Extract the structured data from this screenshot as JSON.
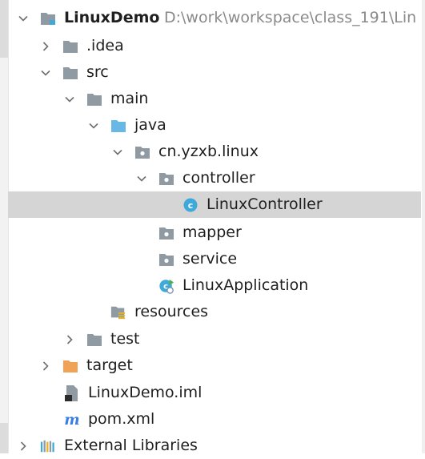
{
  "project": {
    "name": "LinuxDemo",
    "path": "D:\\work\\workspace\\class_191\\Lin"
  },
  "tree": {
    "idea": ".idea",
    "src": "src",
    "main": "main",
    "java": "java",
    "package": "cn.yzxb.linux",
    "controller": "controller",
    "linux_controller": "LinuxController",
    "mapper": "mapper",
    "service": "service",
    "linux_application": "LinuxApplication",
    "resources": "resources",
    "test": "test",
    "target": "target",
    "iml": "LinuxDemo.iml",
    "pom": "pom.xml",
    "external_libraries": "External Libraries"
  },
  "selected_item": "LinuxController",
  "colors": {
    "folder_gray": "#8f9aa3",
    "source_root_blue": "#68b8e6",
    "excluded_orange": "#f0a257",
    "class_icon_blue": "#3fa9d9",
    "selected_bg": "#d5d5d5",
    "maven_blue": "#3b7de0"
  }
}
